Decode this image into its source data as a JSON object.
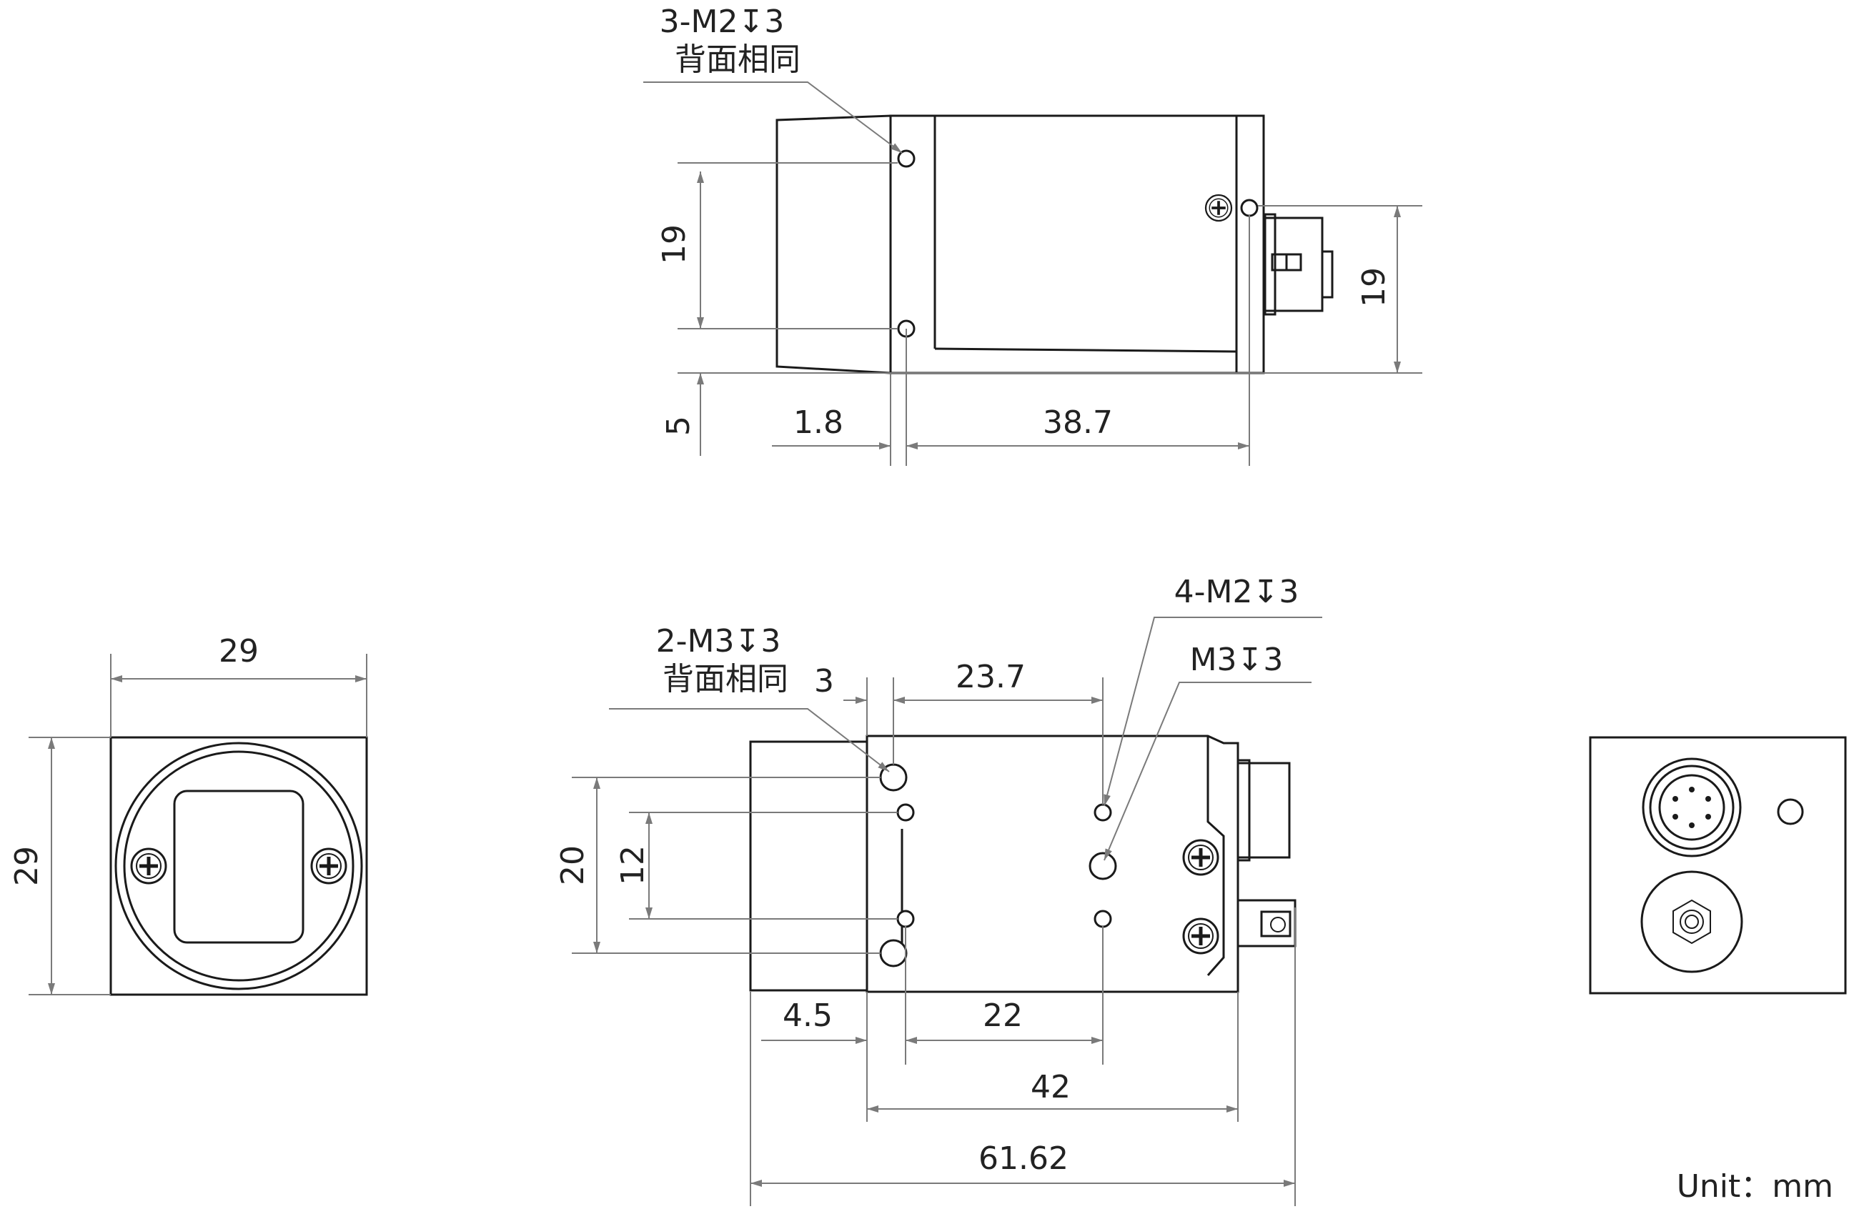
{
  "side_view": {
    "callout_top_line1": "3-M2↧3",
    "callout_top_line2": "背面相同",
    "dim_height_left": "19",
    "dim_height_right": "19",
    "dim_offset": "5",
    "dim_front_offset": "1.8",
    "dim_hole_spacing": "38.7"
  },
  "front_view": {
    "dim_width": "29",
    "dim_height": "29"
  },
  "bottom_view": {
    "callout_left_line1": "2-M3↧3",
    "callout_left_line2": "背面相同",
    "callout_right_top": "4-M2↧3",
    "callout_right_bottom": "M3↧3",
    "dim_small": "3",
    "dim_top_span": "23.7",
    "dim_height_outer": "20",
    "dim_height_inner": "12",
    "dim_front_offset": "4.5",
    "dim_mid_span": "22",
    "dim_body": "42",
    "dim_total": "61.62"
  },
  "unit_label": "Unit：mm"
}
